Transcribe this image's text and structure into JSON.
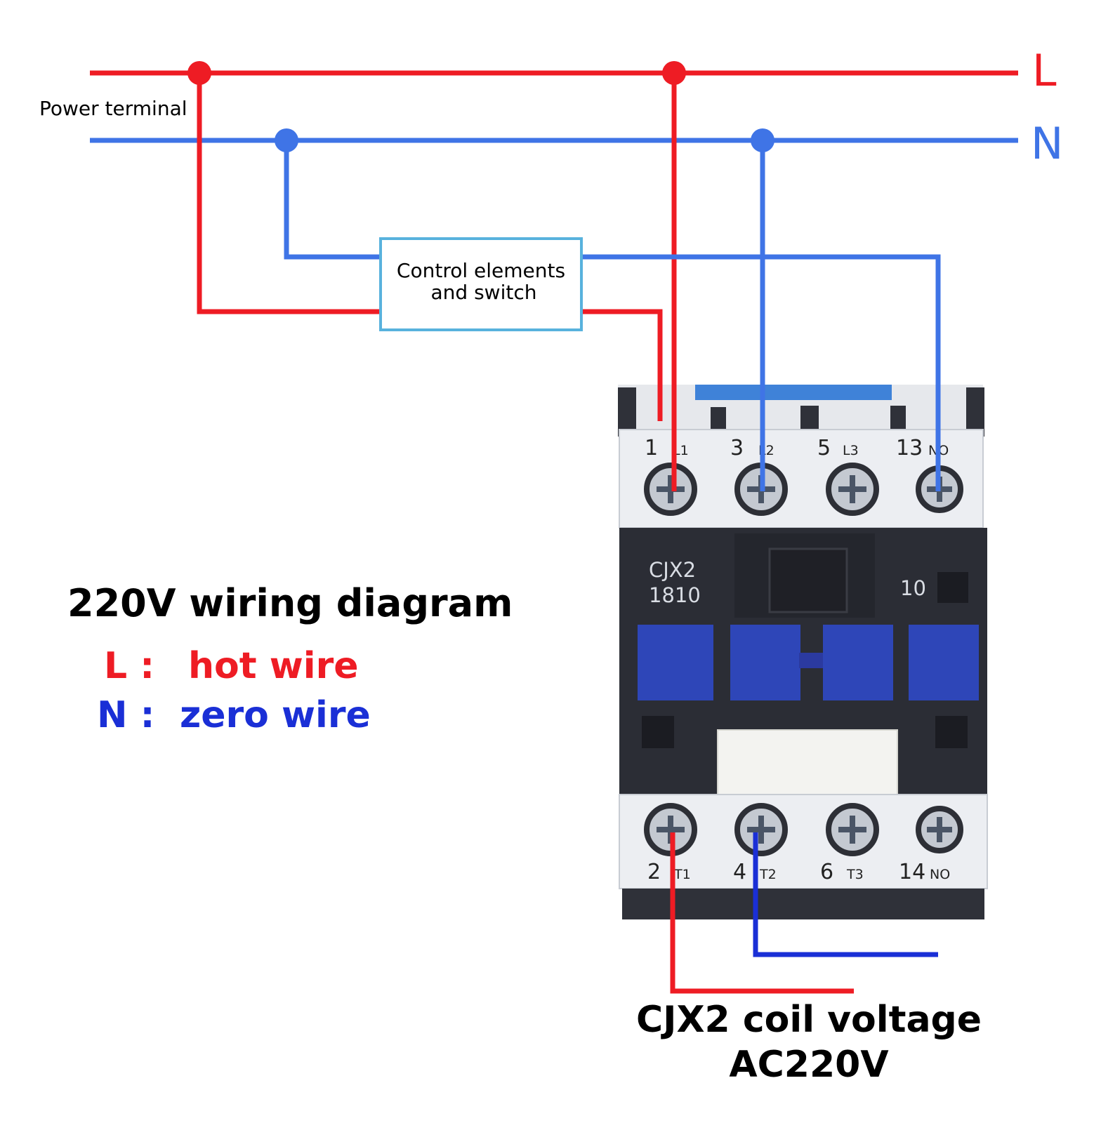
{
  "labels": {
    "power_terminal": "Power terminal",
    "line_L": "L",
    "line_N": "N",
    "control_box_line1": "Control elements",
    "control_box_line2": "and switch"
  },
  "legend": {
    "title": "220V wiring diagram",
    "l_key": "L :",
    "l_desc": "hot wire",
    "n_key": "N :",
    "n_desc": "zero wire"
  },
  "contactor": {
    "model_line1": "CJX2",
    "model_line2": "1810",
    "aux_label": "10",
    "top_terminals": [
      {
        "num": "1",
        "sub": "L1"
      },
      {
        "num": "3",
        "sub": "L2"
      },
      {
        "num": "5",
        "sub": "L3"
      },
      {
        "num": "13",
        "sub": "NO"
      }
    ],
    "bottom_terminals": [
      {
        "num": "2",
        "sub": "T1"
      },
      {
        "num": "4",
        "sub": "T2"
      },
      {
        "num": "6",
        "sub": "T3"
      },
      {
        "num": "14",
        "sub": "NO"
      }
    ]
  },
  "caption": {
    "line1": "CJX2 coil voltage",
    "line2": "AC220V"
  },
  "colors": {
    "hot": "#ee1c24",
    "zero": "#3f74e6",
    "zero_dark": "#1a2fd6",
    "box_border": "#58b2dd",
    "body_dark": "#2b2d35",
    "body_light": "#eceef2",
    "button_blue": "#2e46b8"
  }
}
